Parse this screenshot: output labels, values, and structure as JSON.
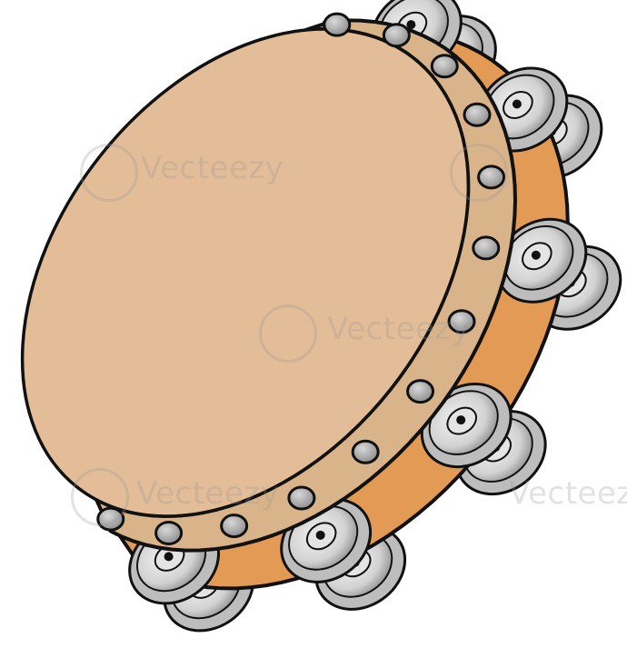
{
  "watermark": {
    "brand": "Vecteezy"
  },
  "colors": {
    "drum_head": "#e2bd97",
    "rim_light": "#d9b48b",
    "rim_dark": "#c79c6f",
    "shell_orange": "#e39a55",
    "shell_dark": "#b8733a",
    "zil_light": "#e4e4e4",
    "zil_mid": "#bdbdbd",
    "outline": "#111111"
  },
  "tacks": {
    "count": 13
  },
  "jingles": {
    "count": 12
  }
}
